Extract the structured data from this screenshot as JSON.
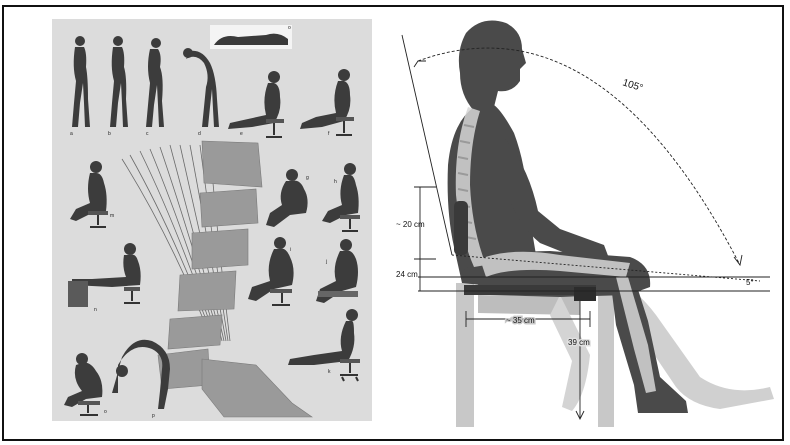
{
  "left_figure": {
    "caption_letters": [
      "a",
      "b",
      "c",
      "d",
      "e",
      "f",
      "g",
      "h",
      "i",
      "j",
      "k",
      "l",
      "m",
      "n",
      "o",
      "p"
    ]
  },
  "right_figure": {
    "angle_top": "105°",
    "angle_knee": "5°",
    "dim_back": "~ 20 cm",
    "dim_seat_height_above": "24 cm",
    "dim_seat_depth": "~ 35 cm",
    "dim_seat_height": "39 cm"
  },
  "colors": {
    "background": "#ffffff",
    "left_panel_bg": "#dcdcdc",
    "figure_dark": "#4a4a4a",
    "figure_mid": "#8c8c8c",
    "figure_light": "#c4c4c4",
    "spine_light": "#d8d8d8",
    "line": "#222222"
  }
}
